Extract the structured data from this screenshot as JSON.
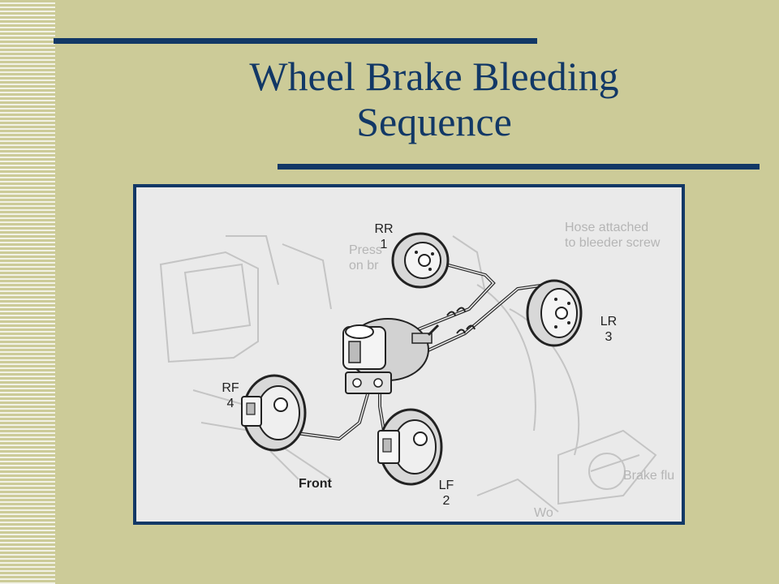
{
  "slide": {
    "title_line1": "Wheel Brake Bleeding",
    "title_line2": "Sequence"
  },
  "diagram": {
    "wheels": [
      {
        "name": "RR",
        "order": "1"
      },
      {
        "name": "LR",
        "order": "3"
      },
      {
        "name": "RF",
        "order": "4"
      },
      {
        "name": "LF",
        "order": "2"
      }
    ],
    "front_label": "Front",
    "faded_text": {
      "hose_line1": "Hose attached",
      "hose_line2": "to bleeder screw",
      "press_line1": "Press",
      "press_line2": "on br",
      "brake_fluid": "Brake flu",
      "wo": "Wo"
    }
  },
  "colors": {
    "background": "#cccb98",
    "accent": "#123866",
    "stripe": "#f2f2e6"
  }
}
